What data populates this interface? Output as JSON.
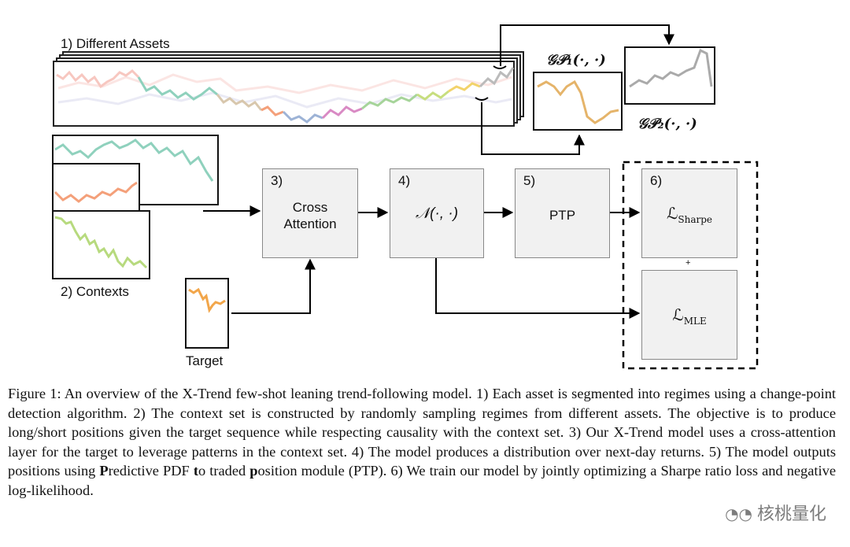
{
  "figure": {
    "different_assets_label": "1) Different Assets",
    "contexts_label": "2) Contexts",
    "target_label": "Target",
    "gp1_label": "𝒢𝒫₁(·, ·)",
    "gp2_label": "𝒢𝒫₂(·, ·)",
    "box3": {
      "num": "3)",
      "line1": "Cross",
      "line2": "Attention"
    },
    "box4": {
      "num": "4)",
      "label": "𝒩(·, ·)"
    },
    "box5": {
      "num": "5)",
      "label": "PTP"
    },
    "box6": {
      "num": "6)",
      "sharpe": "ℒ",
      "sharpe_sub": "Sharpe",
      "plus": "+",
      "mle": "ℒ",
      "mle_sub": "MLE"
    }
  },
  "caption": {
    "part1": "Figure 1: An overview of the X-Trend few-shot leaning trend-following model. 1) Each asset is segmented into regimes using a change-point detection algorithm. 2) The context set is constructed by randomly sampling regimes from different assets. The objective is to produce long/short positions given the target sequence while respecting causality with the context set. 3) Our X-Trend model uses a cross-attention layer for the target to leverage patterns in the context set. 4) The model produces a distribution over next-day returns. 5) The model outputs positions using ",
    "bold_p1": "P",
    "part2": "redictive PDF ",
    "bold_t": "t",
    "part3": "o traded ",
    "bold_p2": "p",
    "part4": "osition module (PTP). 6) We train our model by jointly optimizing a Sharpe ratio loss and negative log-likelihood."
  },
  "watermark": "核桃量化",
  "colors": {
    "teal": "#8fd1bd",
    "orange": "#f4a07a",
    "green": "#b7da7e",
    "gold": "#e5b46a",
    "gray_series": "#aaaaaa",
    "box_fill": "#f1f1f1"
  }
}
